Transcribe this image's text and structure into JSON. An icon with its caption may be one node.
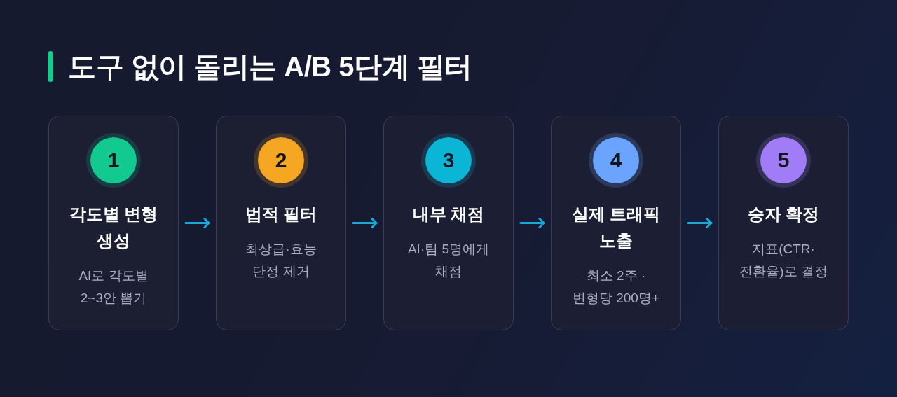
{
  "diagram": {
    "title": "도구 없이 돌리는 A/B 5단계 필터",
    "nodes": [
      {
        "text": [
          "1",
          "각도별 변형 생성",
          "AI로 각도별 2~3안 뽑기"
        ]
      },
      {
        "text": [
          "2",
          "법적 필터",
          "최상급·효능 단정 제거"
        ]
      },
      {
        "text": [
          "3",
          "내부 채점",
          "AI·팀 5명에게 채점"
        ]
      },
      {
        "text": [
          "4",
          "실제 트래픽 노출",
          "최소 2주 · 변형당 200명+"
        ]
      },
      {
        "text": [
          "5",
          "승자 확정",
          "지표(CTR· 전환율)로 결정"
        ]
      }
    ],
    "edges": [
      {
        "from": 0,
        "to": 1,
        "arrow": "to"
      },
      {
        "from": 1,
        "to": 2,
        "arrow": "to"
      },
      {
        "from": 2,
        "to": 3,
        "arrow": "to"
      },
      {
        "from": 3,
        "to": 4,
        "arrow": "to"
      }
    ]
  }
}
